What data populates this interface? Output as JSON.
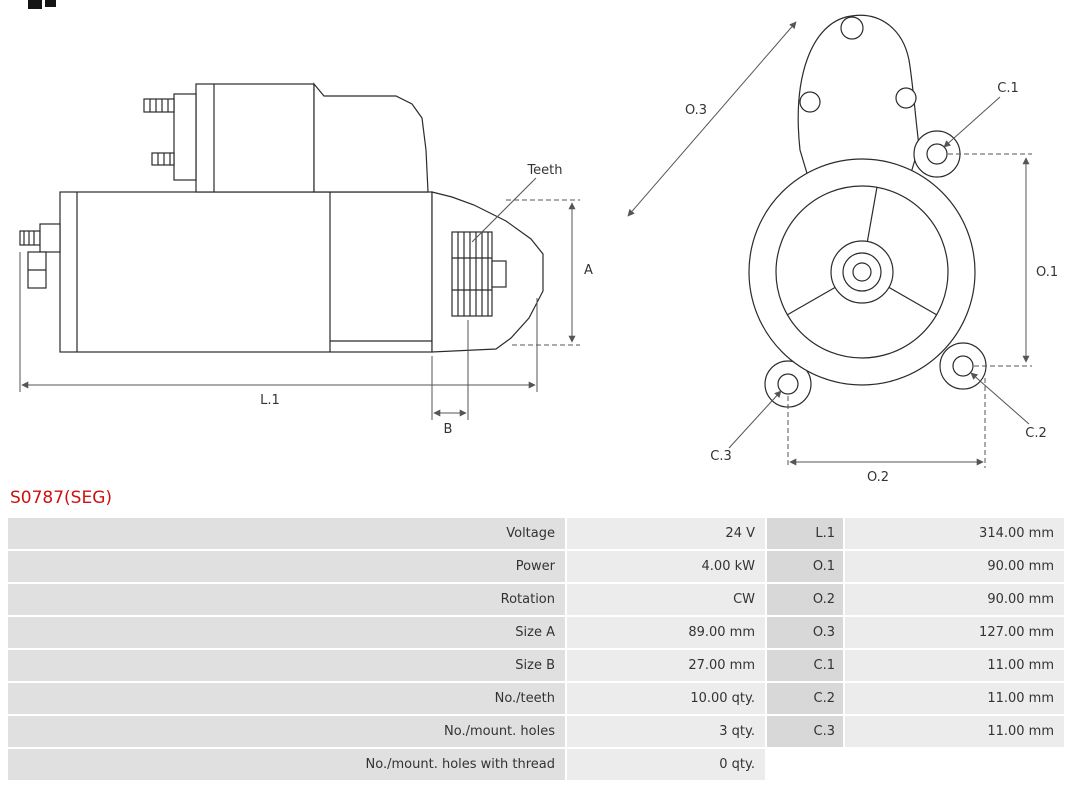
{
  "part_number": "S0787(SEG)",
  "colors": {
    "part_number_red": "#cc1111",
    "label_cell_bg": "#e0e0e0",
    "value_cell_bg": "#ececec",
    "dim_label_cell_bg": "#d8d8d8"
  },
  "diagram": {
    "side_view": {
      "teeth_label": "Teeth",
      "dim_a": "A",
      "dim_b": "B",
      "dim_l1": "L.1"
    },
    "front_view": {
      "dim_o1": "O.1",
      "dim_o2": "O.2",
      "dim_o3": "O.3",
      "dim_c1": "C.1",
      "dim_c2": "C.2",
      "dim_c3": "C.3"
    }
  },
  "spec_table": {
    "rows": [
      {
        "label": "Voltage",
        "value": "24 V",
        "dim": "L.1",
        "dim_value": "314.00 mm"
      },
      {
        "label": "Power",
        "value": "4.00 kW",
        "dim": "O.1",
        "dim_value": "90.00 mm"
      },
      {
        "label": "Rotation",
        "value": "CW",
        "dim": "O.2",
        "dim_value": "90.00 mm"
      },
      {
        "label": "Size A",
        "value": "89.00 mm",
        "dim": "O.3",
        "dim_value": "127.00 mm"
      },
      {
        "label": "Size B",
        "value": "27.00 mm",
        "dim": "C.1",
        "dim_value": "11.00 mm"
      },
      {
        "label": "No./teeth",
        "value": "10.00 qty.",
        "dim": "C.2",
        "dim_value": "11.00 mm"
      },
      {
        "label": "No./mount. holes",
        "value": "3 qty.",
        "dim": "C.3",
        "dim_value": "11.00 mm"
      },
      {
        "label": "No./mount. holes with thread",
        "value": "0 qty.",
        "dim": "",
        "dim_value": ""
      }
    ]
  }
}
